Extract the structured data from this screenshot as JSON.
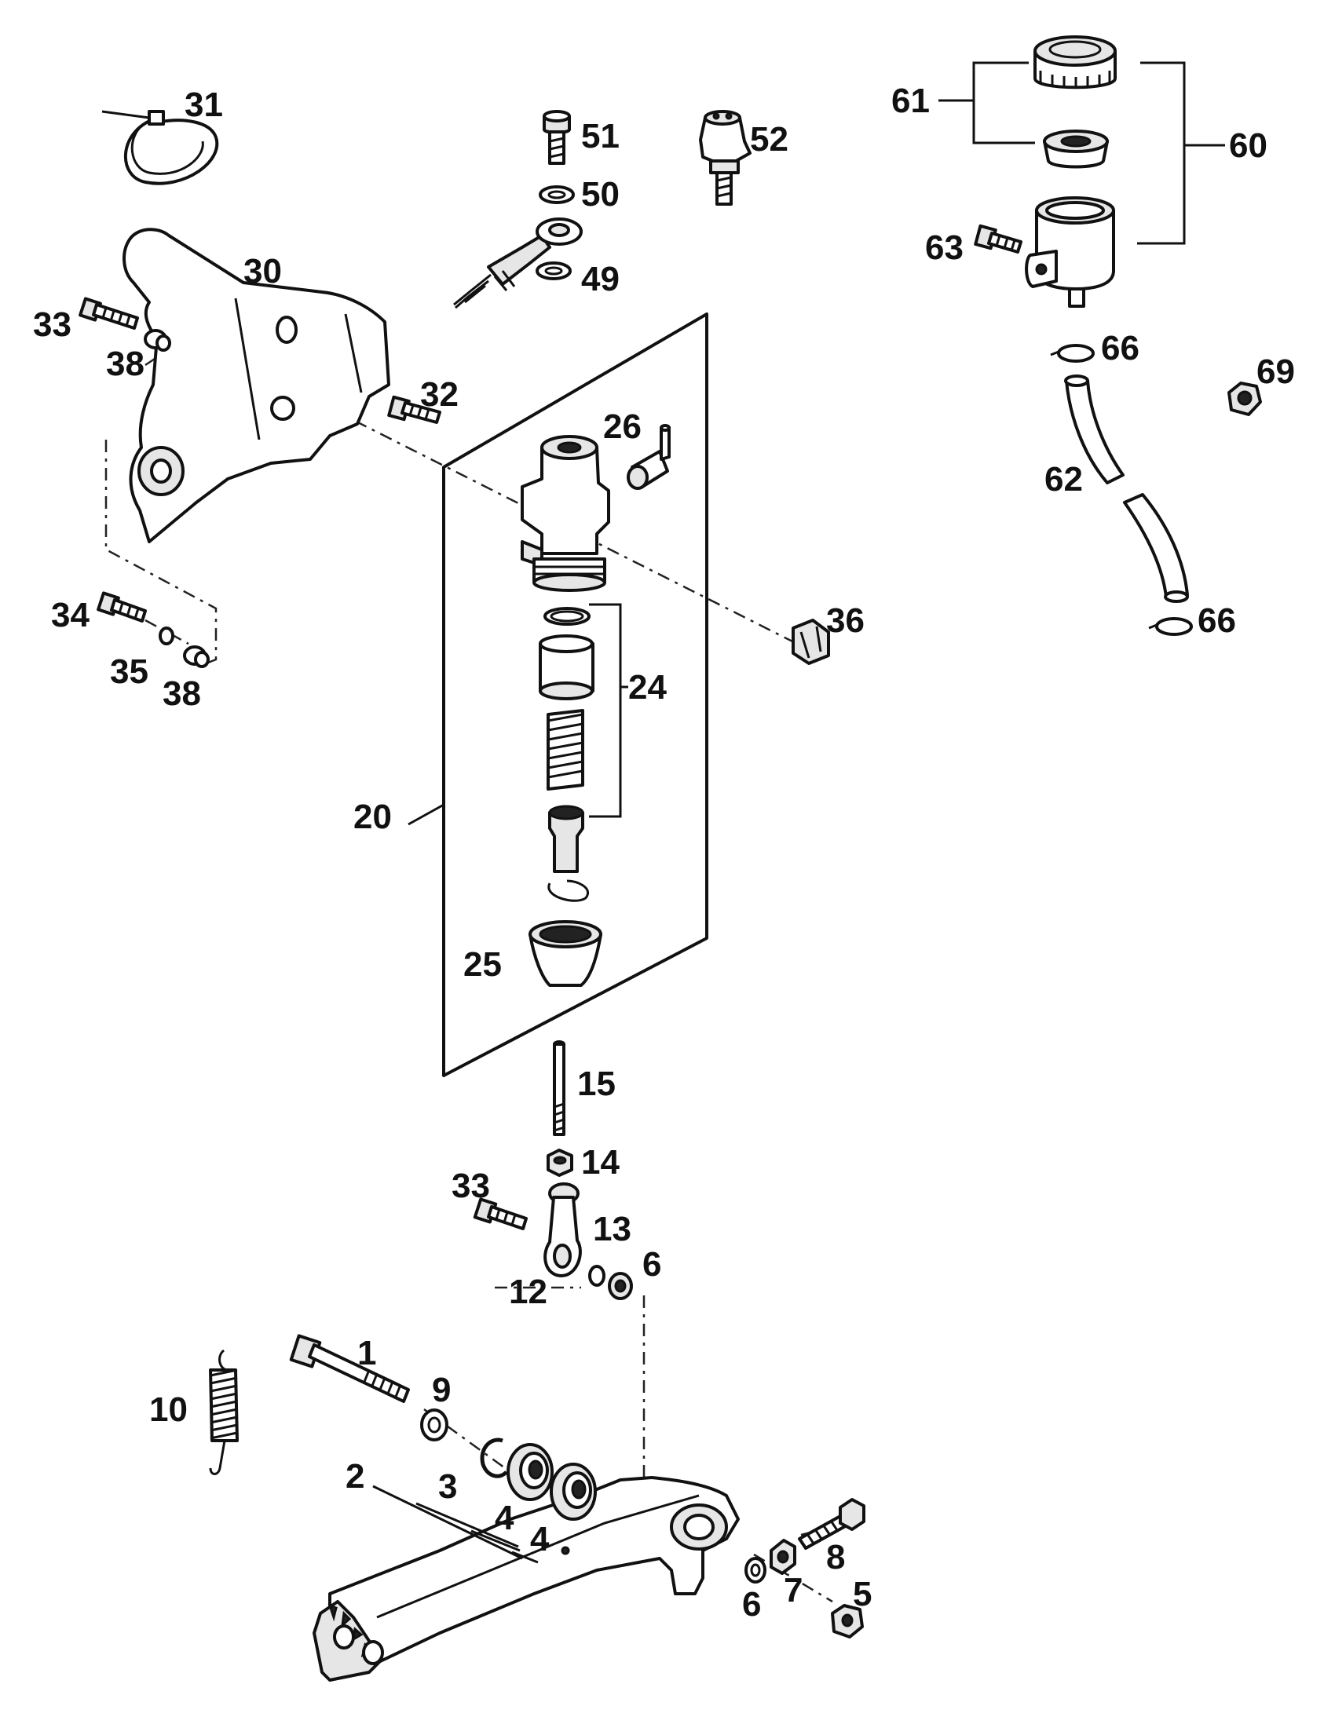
{
  "colors": {
    "ink": "#111111",
    "background": "#ffffff",
    "shade": "#e6e6e6"
  },
  "callouts": {
    "c1": "1",
    "c2": "2",
    "c3": "3",
    "c4a": "4",
    "c4b": "4",
    "c5": "5",
    "c6a": "6",
    "c6b": "6",
    "c7": "7",
    "c8": "8",
    "c9": "9",
    "c10": "10",
    "c12": "12",
    "c13": "13",
    "c14": "14",
    "c15": "15",
    "c20": "20",
    "c24": "24",
    "c25": "25",
    "c26": "26",
    "c30": "30",
    "c31": "31",
    "c32": "32",
    "c33a": "33",
    "c33b": "33",
    "c34": "34",
    "c35": "35",
    "c36": "36",
    "c38a": "38",
    "c38b": "38",
    "c49": "49",
    "c50": "50",
    "c51": "51",
    "c52": "52",
    "c60": "60",
    "c61": "61",
    "c62": "62",
    "c63": "63",
    "c66a": "66",
    "c66b": "66",
    "c69": "69"
  },
  "parts": [
    "cable-tie",
    "brake-cylinder-bracket",
    "bracket-screw",
    "bracket-screw-lower",
    "washer",
    "bushing",
    "banjo-bolt",
    "seal-ring",
    "banjo-fitting",
    "brake-light-switch",
    "master-cylinder-box",
    "master-cylinder-body",
    "piston-repair-kit",
    "dust-boot",
    "hose-connector",
    "rod",
    "nut",
    "fork-head",
    "reservoir-assembly",
    "reservoir-cap",
    "reservoir-body",
    "reservoir-hose",
    "hose-clamp",
    "reservoir-screw",
    "hex-nut",
    "brake-pedal",
    "pedal-screw",
    "bearing",
    "circlip",
    "return-spring"
  ]
}
